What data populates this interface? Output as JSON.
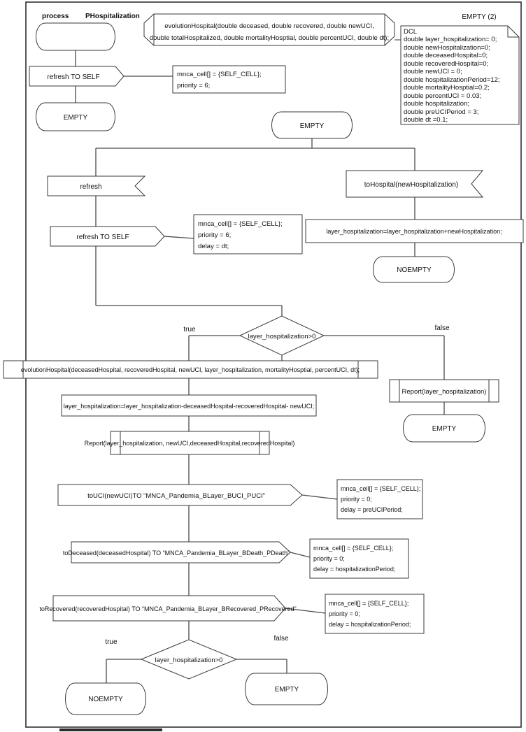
{
  "header": {
    "process_label": "process",
    "process_name": "PHospitalization",
    "page_ref": "EMPTY (2)"
  },
  "declaration": {
    "line1": "evolutionHospital(double deceased, double recovered, double newUCI,",
    "line2": "double totalHospitalized, double mortalityHosptial, double percentUCI, double dt);"
  },
  "dcl": {
    "lines": [
      "DCL",
      "double layer_hospitalization= 0;",
      "double newHospitalization=0;",
      "double deceasedHospital=0;",
      "double recoveredHospital=0;",
      "double newUCI = 0;",
      "double hospitalizationPeriod=12;",
      "double mortalityHosptial=0.2;",
      "double percentUCI = 0.03;",
      "double hospitalization;",
      "double preUCIPeriod = 3;",
      "double dt =0.1;"
    ]
  },
  "start_branch": {
    "output_refresh": "refresh TO SELF",
    "task": {
      "line1": "mnca_cell[] = {SELF_CELL};",
      "line2": "priority = 6;"
    },
    "state_empty": "EMPTY"
  },
  "main_state": "EMPTY",
  "refresh_branch": {
    "input": "refresh",
    "output": "refresh TO SELF",
    "task": {
      "line1": "mnca_cell[] = {SELF_CELL};",
      "line2": "priority = 6;",
      "line3": "delay = dt;"
    }
  },
  "hospital_branch": {
    "input": "toHospital(newHospitalization)",
    "task": "layer_hospitalization=layer_hospitalization+newHospitalization;",
    "state": "NOEMPTY"
  },
  "decision1": {
    "condition": "layer_hospitalization>0",
    "true_label": "true",
    "false_label": "false"
  },
  "true_branch": {
    "call_evolution": "evolutionHospital(deceasedHospital, recoveredHospital, newUCI, layer_hospitalization, mortalityHosptial, percentUCI, dt);",
    "task_update": "layer_hospitalization=layer_hospitalization-deceasedHospital-recoveredHospital- newUCI;",
    "call_report": "Report(layer_hospitalization, newUCI,deceasedHospital,recoveredHospital)",
    "output_uci": "toUCI(newUCI)TO “MNCA_Pandemia_BLayer_BUCI_PUCI”",
    "task_uci": {
      "line1": "mnca_cell[] = {SELF_CELL};",
      "line2": "priority = 0;",
      "line3": "delay = preUCIPeriod;"
    },
    "output_deceased": "toDeceased(deceasedHospital) TO “MNCA_Pandemia_BLayer_BDeath_PDeath”",
    "task_deceased": {
      "line1": "mnca_cell[] = {SELF_CELL};",
      "line2": "priority = 0;",
      "line3": "delay = hospitalizationPeriod;"
    },
    "output_recovered": "toRecovered(recoveredHospital) TO “MNCA_Pandemia_BLayer_BRecovered_PRecovered”",
    "task_recovered": {
      "line1": "mnca_cell[] = {SELF_CELL};",
      "line2": "priority = 0;",
      "line3": "delay = hospitalizationPeriod;"
    }
  },
  "false_branch": {
    "call_report": "Report(layer_hospitalization)",
    "state_empty": "EMPTY"
  },
  "decision2": {
    "condition": "layer_hospitalization>0",
    "true_label": "true",
    "false_label": "false",
    "state_true": "NOEMPTY",
    "state_false": "EMPTY"
  }
}
